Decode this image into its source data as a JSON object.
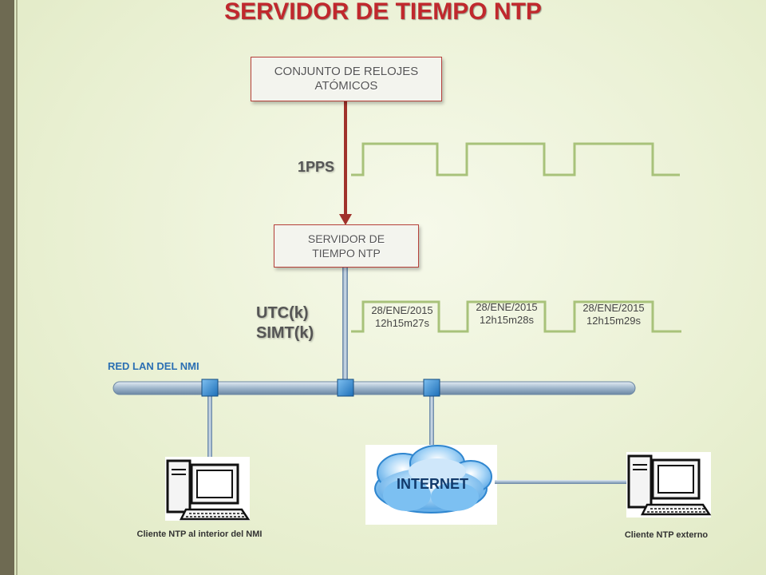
{
  "title": "SERVIDOR DE TIEMPO NTP",
  "atomic_clocks": {
    "line1": "CONJUNTO DE RELOJES",
    "line2": "ATÓMICOS"
  },
  "pps_label": "1PPS",
  "ntp_server": {
    "line1": "SERVIDOR DE",
    "line2": "TIEMPO NTP"
  },
  "utc_label": "UTC(k)",
  "simt_label": "SIMT(k)",
  "timestamps": [
    {
      "date": "28/ENE/2015",
      "time": "12h15m27s"
    },
    {
      "date": "28/ENE/2015",
      "time": "12h15m28s"
    },
    {
      "date": "28/ENE/2015",
      "time": "12h15m29s"
    }
  ],
  "lan_label": "RED LAN DEL NMI",
  "internet_label": "INTERNET",
  "internal_client_label": "Cliente NTP al interior del NMI",
  "external_client_label": "Cliente NTP externo",
  "icons": [
    "computer-icon",
    "cloud-icon",
    "network-port-icon"
  ],
  "colors": {
    "title": "#c0282d",
    "arrow": "#a0322b",
    "pulse": "#a8c27a",
    "lan": "#2b6fb3",
    "cloud": "#4a9fe0"
  }
}
